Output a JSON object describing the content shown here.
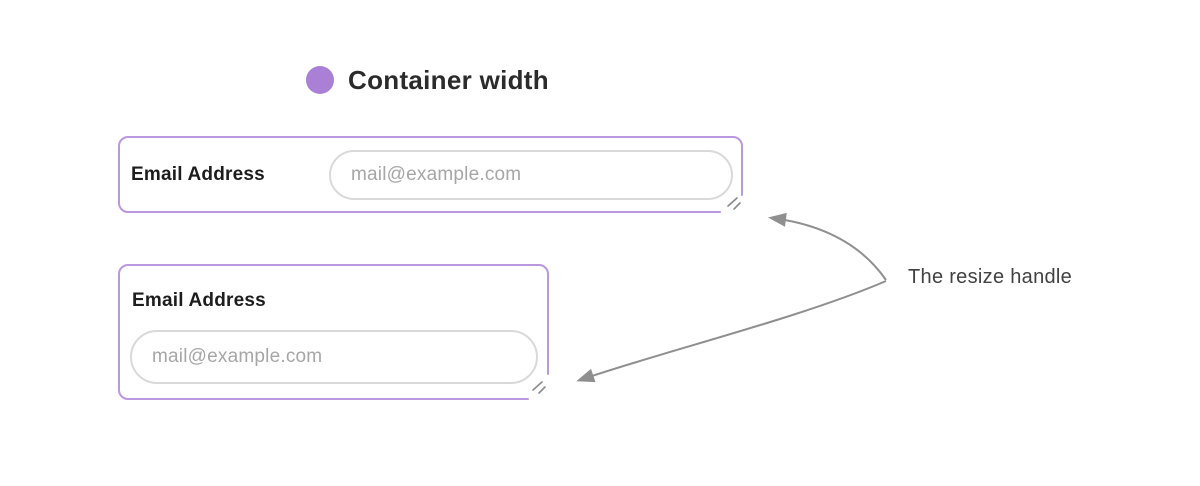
{
  "figure": {
    "legend": {
      "label": "Container width",
      "dot_color": "#aa80d6"
    },
    "containers": [
      {
        "variant": "wide-inline-label",
        "label": "Email Address",
        "input_value": "",
        "input_placeholder": "mail@example.com",
        "border_color": "#ba97de",
        "has_resize_handle": true
      },
      {
        "variant": "narrow-stacked-label",
        "label": "Email Address",
        "input_value": "",
        "input_placeholder": "mail@example.com",
        "border_color": "#ba97de",
        "has_resize_handle": true
      }
    ],
    "annotation": {
      "label": "The resize handle",
      "arrow_color": "#8f8f8f",
      "points_to": [
        "wide container resize grip",
        "narrow container resize grip"
      ]
    },
    "icons": {
      "legend_dot": "filled purple circle",
      "resize_grip": "two diagonal slash lines at bottom-right corner"
    },
    "colors": {
      "accent_purple": "#aa80d6",
      "container_border": "#ba97de",
      "input_border": "#d9d9d9",
      "placeholder_text": "#a6a6a6",
      "label_text": "#1d1d1d",
      "legend_text": "#2b2b2b",
      "annotation_text": "#414141",
      "arrow_gray": "#8f8f8f",
      "grip_gray": "#8a8a8a",
      "bg": "#ffffff"
    }
  }
}
